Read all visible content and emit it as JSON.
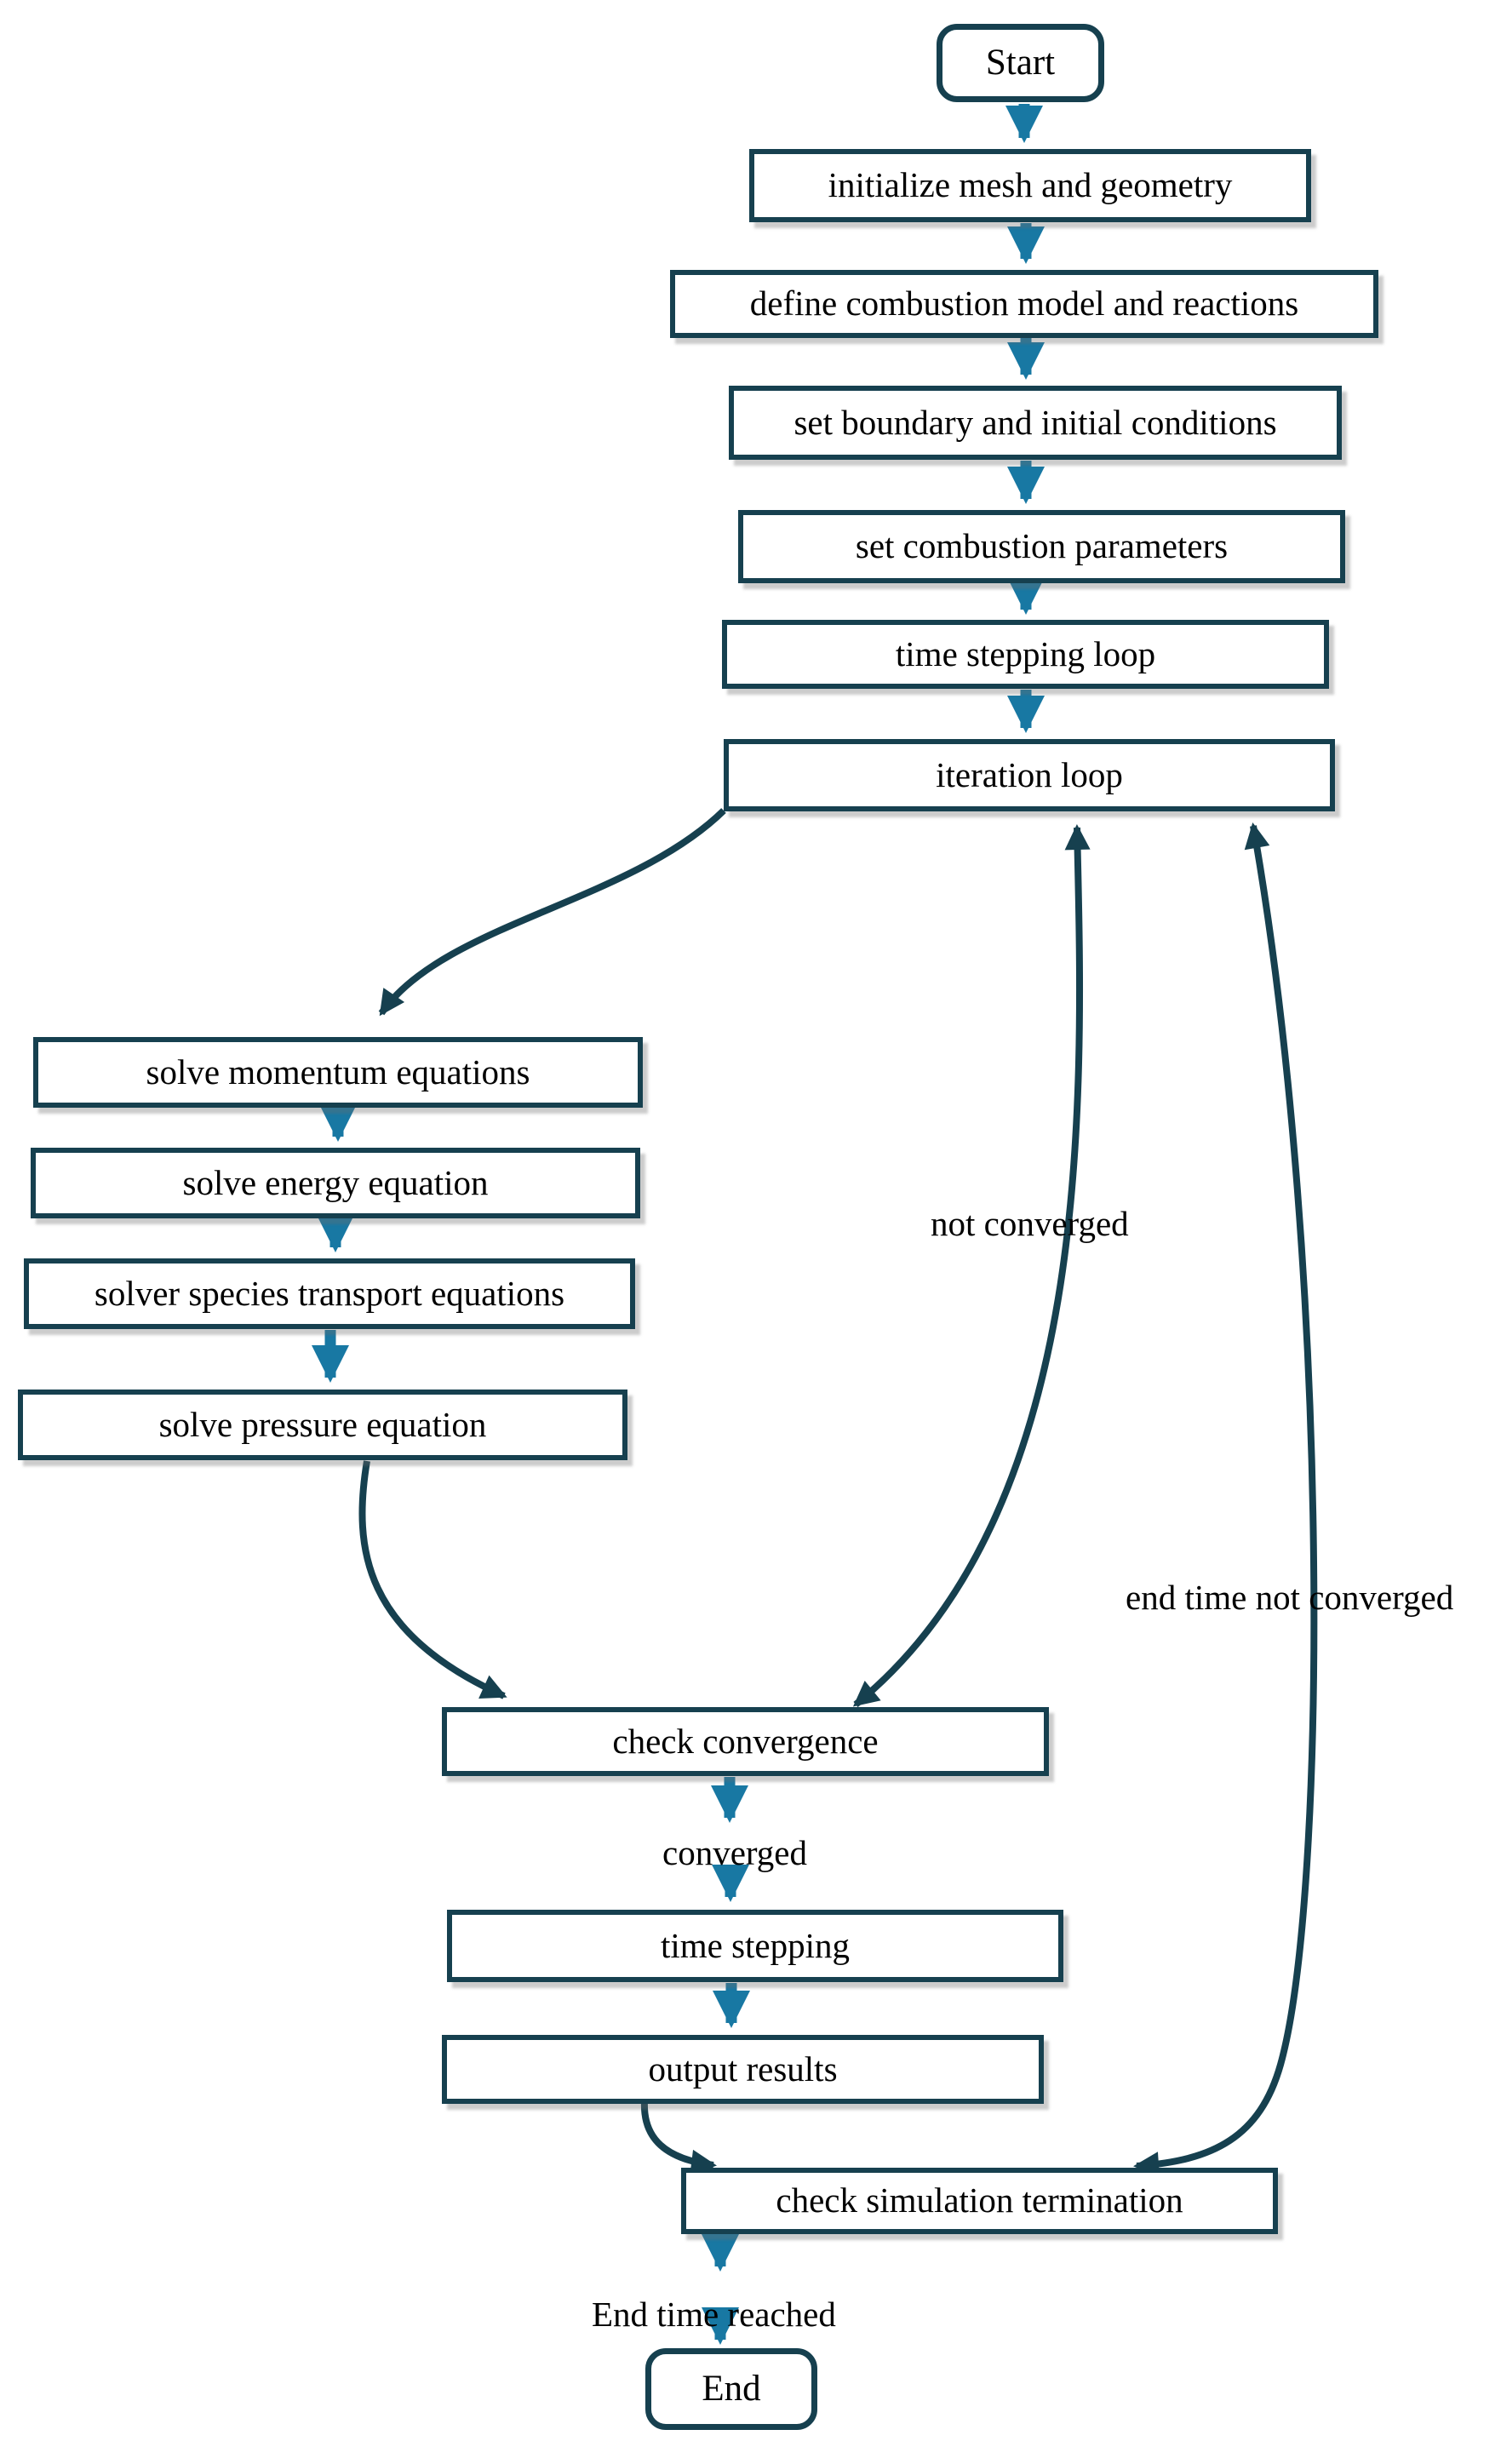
{
  "diagram_type": "flowchart",
  "colors": {
    "box_border": "#16404f",
    "flow_arrow": "#1878a3",
    "loop_arrow": "#16404f",
    "text": "#000000",
    "background": "#ffffff"
  },
  "nodes": {
    "start": {
      "label": "Start"
    },
    "init": {
      "label": "initialize  mesh and geometry"
    },
    "define": {
      "label": "define combustion model and reactions"
    },
    "boundary": {
      "label": "set boundary and initial  conditions"
    },
    "params": {
      "label": "set combustion parameters"
    },
    "tsloop": {
      "label": "time stepping loop"
    },
    "iter": {
      "label": "iteration loop"
    },
    "momentum": {
      "label": "solve momentum equations"
    },
    "energy": {
      "label": "solve energy equation"
    },
    "species": {
      "label": "solver species transport equations"
    },
    "pressure": {
      "label": "solve pressure equation"
    },
    "checkconv": {
      "label": "check convergence"
    },
    "tstep": {
      "label": "time stepping"
    },
    "output": {
      "label": "output results"
    },
    "checksim": {
      "label": "check simulation termination"
    },
    "end": {
      "label": "End"
    }
  },
  "edge_labels": {
    "not_converged": "not converged",
    "converged": "converged",
    "end_time_not_converged": "end time not converged",
    "end_time_reached": "End time reached"
  }
}
